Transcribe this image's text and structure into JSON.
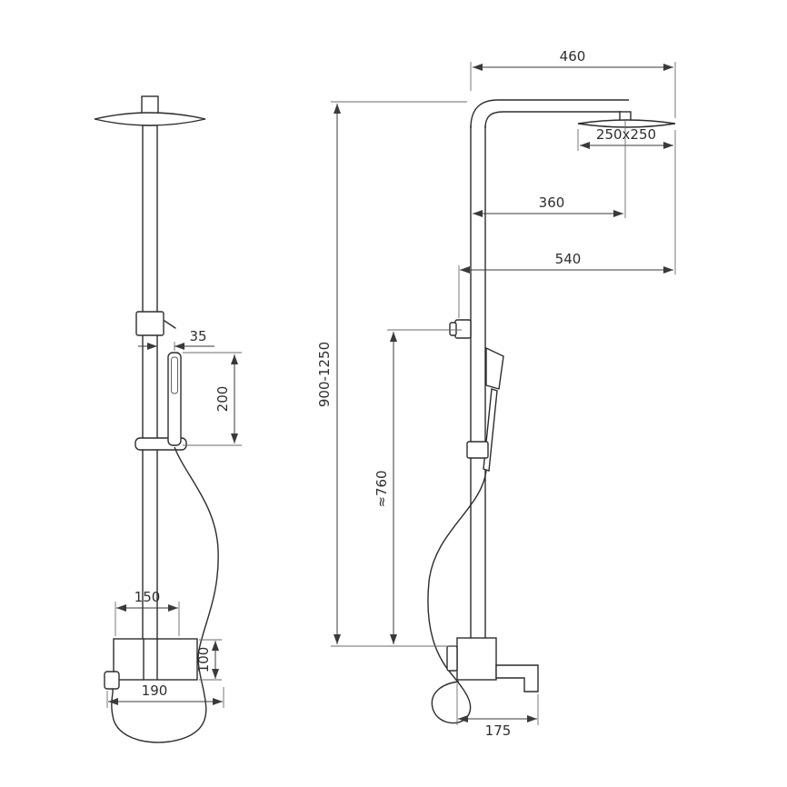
{
  "dims": {
    "front": {
      "offset35": "35",
      "length200": "200",
      "width150": "150",
      "height100": "100",
      "width190": "190"
    },
    "side": {
      "width460": "460",
      "head250": "250x250",
      "reach360": "360",
      "reach540": "540",
      "height900_1250": "900-1250",
      "hose760": "≈760",
      "spout175": "175"
    }
  }
}
